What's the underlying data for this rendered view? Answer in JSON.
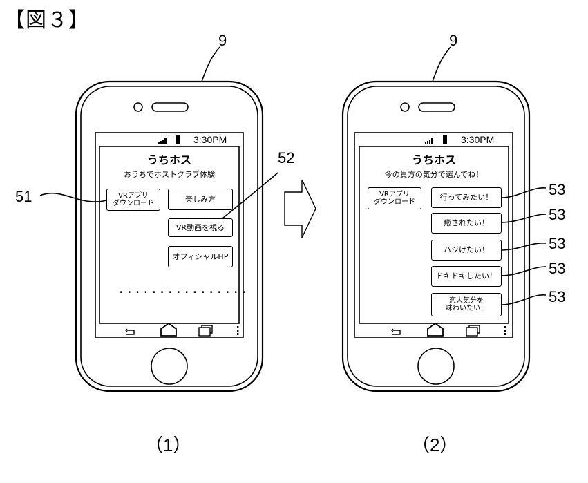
{
  "figure_title": "【図３】",
  "status_time": "3:30PM",
  "loading_indicator": "................",
  "panel1": {
    "label": "（1）",
    "ref_device": "9",
    "app_title": "うちホス",
    "app_subtitle": "おうちでホストクラブ体験",
    "buttons": {
      "vr_download": "VRアプリ\nダウンロード",
      "how_to_enjoy": "楽しみ方",
      "watch_vr": "VR動画を視る",
      "official_hp": "オフィシャルHP"
    },
    "refs": {
      "download": "51",
      "watch_vr": "52"
    }
  },
  "panel2": {
    "label": "（2）",
    "ref_device": "9",
    "app_title": "うちホス",
    "app_subtitle": "今の貴方の気分で選んでね！",
    "buttons": {
      "vr_download": "VRアプリ\nダウンロード",
      "mood1": "行ってみたい！",
      "mood2": "癒されたい！",
      "mood3": "ハジけたい！",
      "mood4": "ドキドキしたい！",
      "mood5": "恋人気分を\n味わいたい！"
    },
    "refs": {
      "mood1": "53",
      "mood2": "53",
      "mood3": "53",
      "mood4": "53",
      "mood5": "53"
    }
  },
  "icons": [
    "signal-icon",
    "battery-icon",
    "back-icon",
    "home-icon",
    "recents-icon",
    "menu-icon",
    "arrow-right-icon",
    "camera-icon",
    "speaker-icon",
    "home-button-icon"
  ]
}
